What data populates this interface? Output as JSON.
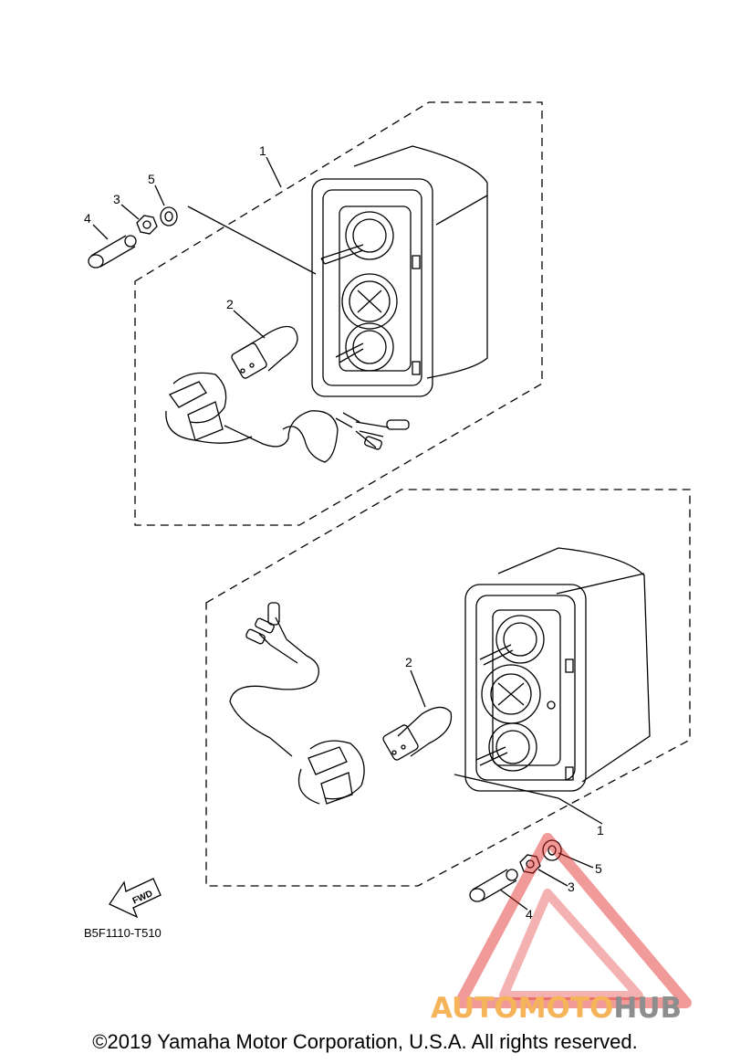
{
  "diagram": {
    "callouts_top": [
      "1",
      "2",
      "3",
      "4",
      "5"
    ],
    "callouts_bottom": [
      "1",
      "2",
      "3",
      "4",
      "5"
    ],
    "direction_label": "FWD",
    "part_code": "B5F1110-T510"
  },
  "watermark": {
    "text_part1": "AUTOMOTO",
    "text_part2": "HUB",
    "color_part1": "#f5b35a",
    "color_part2": "#8e8e8e",
    "triangle_color": "#e02020"
  },
  "footer": {
    "copyright": "©2019 Yamaha Motor Corporation, U.S.A. All rights reserved."
  }
}
